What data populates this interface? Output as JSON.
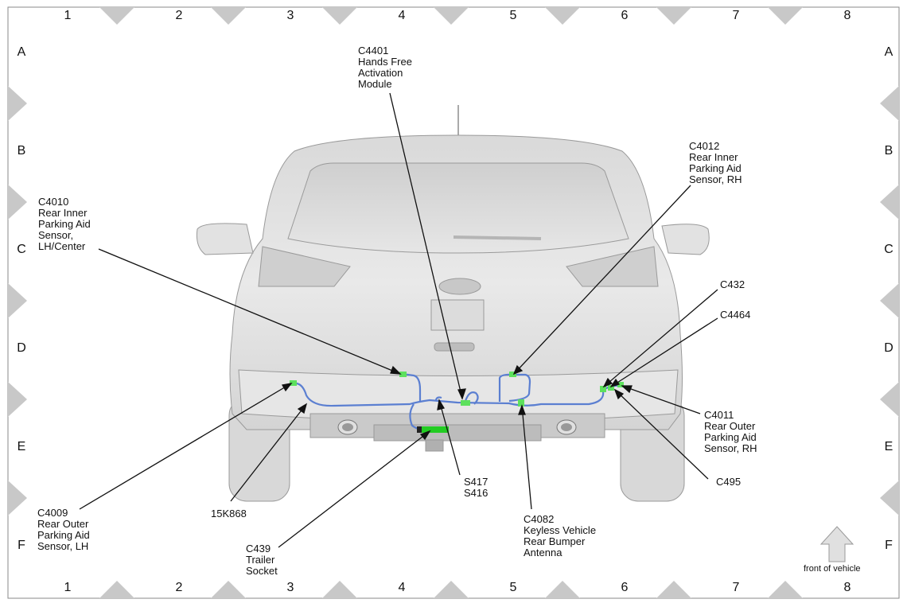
{
  "grid": {
    "columns": [
      "1",
      "2",
      "3",
      "4",
      "5",
      "6",
      "7",
      "8"
    ],
    "rows": [
      "A",
      "B",
      "C",
      "D",
      "E",
      "F"
    ]
  },
  "callouts": {
    "c4401": [
      "C4401",
      "Hands Free",
      "Activation",
      "Module"
    ],
    "c4012": [
      "C4012",
      "Rear Inner",
      "Parking Aid",
      "Sensor, RH"
    ],
    "c4010": [
      "C4010",
      "Rear Inner",
      "Parking Aid",
      "Sensor,",
      "LH/Center"
    ],
    "c432": [
      "C432"
    ],
    "c4464": [
      "C4464"
    ],
    "c4011": [
      "C4011",
      "Rear Outer",
      "Parking Aid",
      "Sensor, RH"
    ],
    "c495": [
      "C495"
    ],
    "s417": [
      "S417",
      "S416"
    ],
    "c4082": [
      "C4082",
      "Keyless Vehicle",
      "Rear Bumper",
      "Antenna"
    ],
    "c439": [
      "C439",
      "Trailer",
      "Socket"
    ],
    "c4009": [
      "C4009",
      "Rear Outer",
      "Parking Aid",
      "Sensor, LH"
    ],
    "k868": [
      "15K868"
    ]
  },
  "front_of_vehicle": "front of vehicle",
  "colors": {
    "harness": "#5b7fd1",
    "connector": "#5de05d",
    "trailer_connector": "#22cc22",
    "vehicle_body": "#e4e4e4",
    "border_marker": "#c8c8c8"
  }
}
